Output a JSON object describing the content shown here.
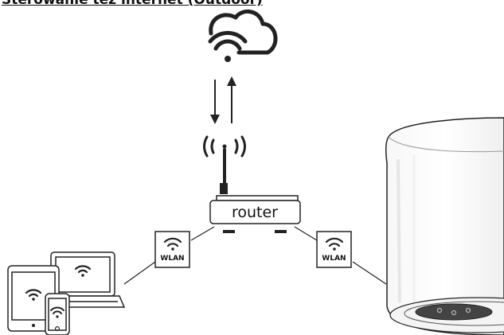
{
  "title": "Sterowanie tez internet (Outdoor)",
  "nodes": {
    "cloud": {
      "icon": "cloud-wifi-icon"
    },
    "router": {
      "label": "router",
      "antenna_icon": "antenna-signal-icon"
    },
    "wlan_left": {
      "label": "WLAN",
      "icon": "wifi-icon"
    },
    "wlan_right": {
      "label": "WLAN",
      "icon": "wifi-icon"
    },
    "devices": {
      "items": [
        "tablet",
        "laptop",
        "smartphone"
      ]
    },
    "boiler": {
      "icon": "water-heater"
    }
  },
  "colors": {
    "stroke": "#222222",
    "background": "#ffffff"
  }
}
